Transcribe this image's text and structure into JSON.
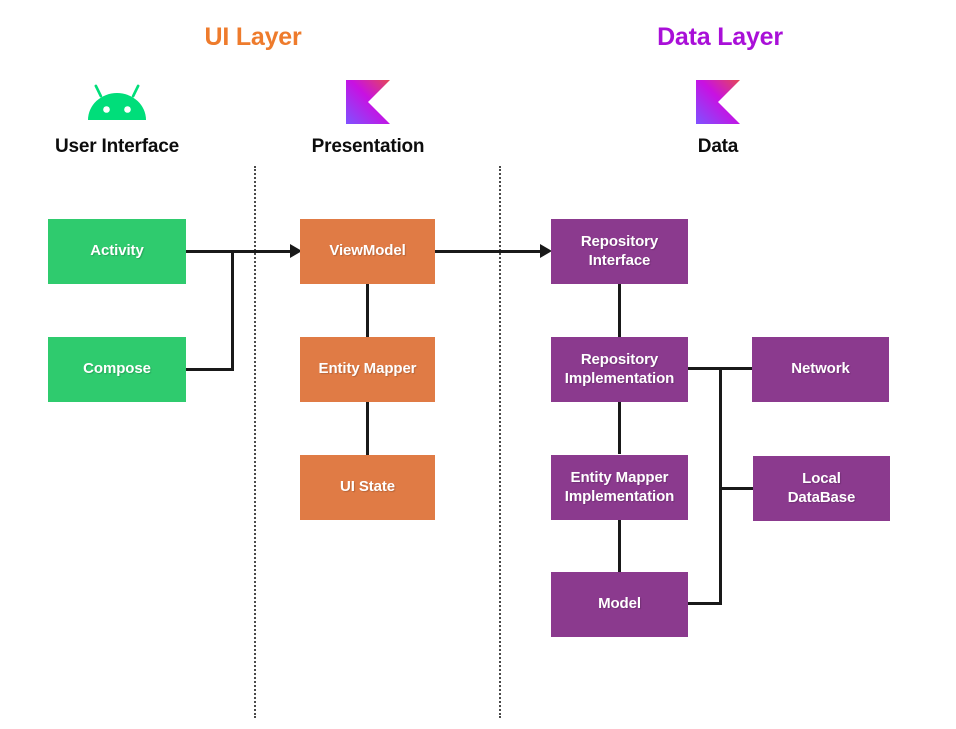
{
  "layers": [
    {
      "id": "ui",
      "title": "UI Layer",
      "color": "#EE7B2C"
    },
    {
      "id": "data",
      "title": "Data Layer",
      "color": "#A90FD8"
    }
  ],
  "columns": [
    {
      "id": "user-interface",
      "label": "User Interface",
      "icon": "android-icon"
    },
    {
      "id": "presentation",
      "label": "Presentation",
      "icon": "kotlin-icon"
    },
    {
      "id": "data",
      "label": "Data",
      "icon": "kotlin-icon"
    }
  ],
  "nodes": {
    "activity": {
      "label": "Activity",
      "color": "green"
    },
    "compose": {
      "label": "Compose",
      "color": "green"
    },
    "viewmodel": {
      "label": "ViewModel",
      "color": "orange"
    },
    "entity_mapper": {
      "label": "Entity Mapper",
      "color": "orange"
    },
    "ui_state": {
      "label": "UI State",
      "color": "orange"
    },
    "repo_interface": {
      "label": "Repository\nInterface",
      "color": "purple"
    },
    "repo_impl": {
      "label": "Repository\nImplementation",
      "color": "purple"
    },
    "mapper_impl": {
      "label": "Entity Mapper\nImplementation",
      "color": "purple"
    },
    "model": {
      "label": "Model",
      "color": "purple"
    },
    "network": {
      "label": "Network",
      "color": "purple"
    },
    "local_database": {
      "label": "Local\nDataBase",
      "color": "purple"
    }
  },
  "palette": {
    "green": "#2FCB6E",
    "orange": "#E07B45",
    "purple": "#8B3A8E",
    "ui_layer_title": "#EE7B2C",
    "data_layer_title": "#A90FD8",
    "connector": "#191919",
    "divider": "#4a4a4a",
    "android_green": "#00DE7A",
    "kotlin_gradient_start": "#7F52FF",
    "kotlin_gradient_mid": "#C811E2",
    "kotlin_gradient_end": "#E44857",
    "background": "#ffffff"
  },
  "connections": [
    {
      "from": "activity",
      "to": "viewmodel",
      "arrow": true
    },
    {
      "from": "compose",
      "to": "viewmodel",
      "arrow": true
    },
    {
      "from": "viewmodel",
      "to": "repo_interface",
      "arrow": true
    },
    {
      "from": "viewmodel",
      "to": "entity_mapper",
      "arrow": false
    },
    {
      "from": "entity_mapper",
      "to": "ui_state",
      "arrow": false
    },
    {
      "from": "repo_interface",
      "to": "repo_impl",
      "arrow": false
    },
    {
      "from": "repo_impl",
      "to": "mapper_impl",
      "arrow": false
    },
    {
      "from": "mapper_impl",
      "to": "model",
      "arrow": false
    },
    {
      "from": "repo_impl",
      "to": "network",
      "arrow": false
    },
    {
      "from": "repo_impl",
      "to": "local_database",
      "arrow": false
    },
    {
      "from": "repo_impl",
      "to": "model",
      "arrow": false
    }
  ]
}
